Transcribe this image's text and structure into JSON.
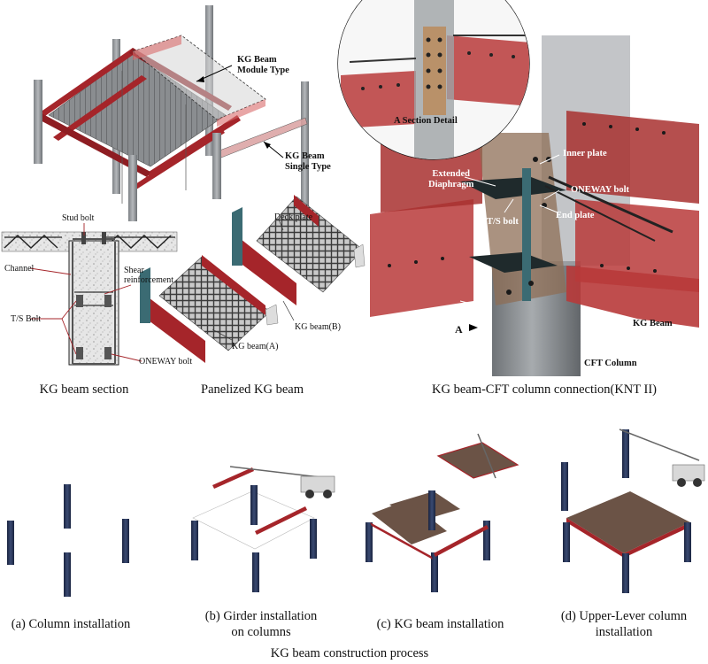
{
  "top_left": {
    "module_type_label": "KG Beam\nModule Type",
    "single_type_label": "KG Beam\nSingle Type"
  },
  "section": {
    "stud_bolt": "Stud bolt",
    "channel": "Channel",
    "shear_reinforcement": "Shear\nreinforcement",
    "ts_bolt": "T/S Bolt",
    "oneway_bolt": "ONEWAY bolt"
  },
  "panel": {
    "deck_plate": "Deck plate",
    "beam_a": "KG beam(A)",
    "beam_b": "KG beam(B)"
  },
  "connection": {
    "section_detail": "A Section Detail",
    "inner_plate": "Inner plate",
    "extended_diaphragm": "Extended\nDiaphragm",
    "oneway_bolt": "ONEWAY bolt",
    "ts_bolt": "T/S bolt",
    "end_plate": "End plate",
    "section_marker": "A",
    "kg_beam": "KG Beam",
    "cft_column": "CFT Column"
  },
  "captions": {
    "section": "KG beam section",
    "panelized": "Panelized KG beam",
    "connection": "KG beam-CFT column connection(KNT II)",
    "step_a": "(a) Column installation",
    "step_b": "(b) Girder installation\non columns",
    "step_c": "(c) KG beam installation",
    "step_d": "(d) Upper-Lever column\ninstallation",
    "process": "KG beam construction process"
  },
  "colors": {
    "beam_red": "#a5252a",
    "column_grey": "#8e9296",
    "column_navy": "#23304f",
    "deck_brown": "#6b5346",
    "plate_teal": "#3b6b73",
    "transparent_red": "#b83a3a"
  }
}
